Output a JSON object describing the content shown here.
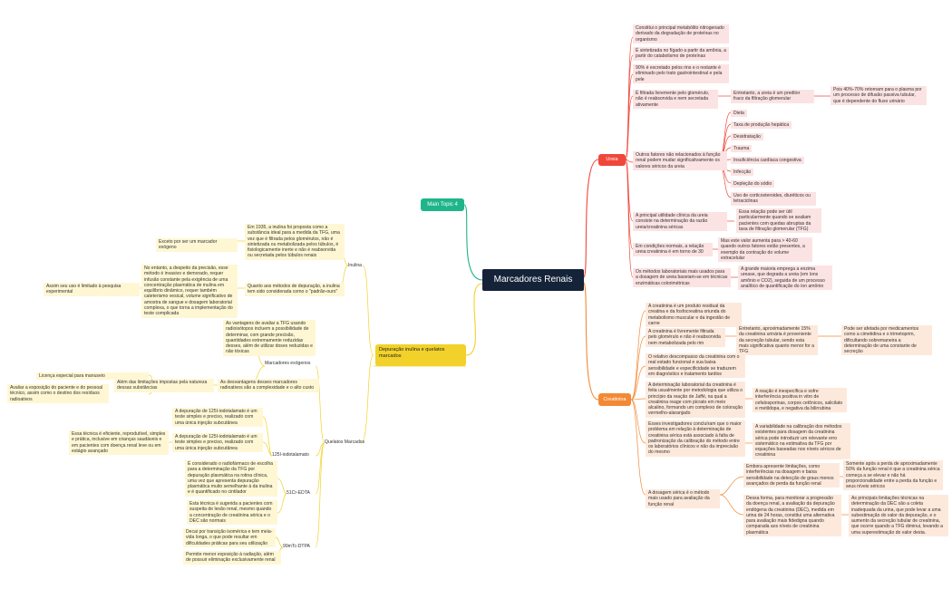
{
  "root": {
    "label": "Marcadores Renais"
  },
  "main_topic": {
    "label": "Main Topic 4"
  },
  "ureia": {
    "label": "Ureia",
    "items": [
      "Constitui o principal metabólito nitrogenado derivado da degradação de proteínas no organismo",
      "É sintetizada no fígado a partir da amônia, a partir do catabolismo de proteínas",
      "90% é excretado pelos rins e o restante é eliminado pelo trato gastrointestinal e pela pele",
      "É filtrada livremente pelo glomérulo, não é reabsorvida e nem secretada ativamente",
      "Entretanto, a ureia é um preditor fraco da filtração glomerular",
      "Pois 40%-70% retornam para o plasma por um processo de difusão passiva tubular, que é dependente do fluxo urinário",
      "Outros fatores não relacionados à função renal podem mudar significativamente os valores séricos da ureia",
      "A principal utilidade clínica da ureia consiste na determinação da razão ureia/creatinina séricas",
      "Essa relação pode ser útil particularmente quando se avaliam pacientes com quedas abruptas da taxa de filtração glomerular (TFG)",
      "Em condições normais, a relação ureia:creatinina é em torno de 30",
      "Mas este valor aumenta para > 40-60 quando outros fatores estão presentes, a exemplo da contração do volume extracelular",
      "Os métodos laboratoriais mais usados para a dosagem de ureia baseiam-se em técnicas enzimáticas colorimétricas",
      "A grande maioria emprega a enzima urease, que degrada a ureia (em íons amônio e CO2), seguida de um processo analítico de quantificação do íon amônio"
    ],
    "factors": [
      "Dieta",
      "Taxa de produção hepática",
      "Desidratação",
      "Trauma",
      "Insuficiência cardíaca congestiva",
      "Infecção",
      "Depleção do sódio",
      "Uso de corticosteroides, diuréticos ou tetraciclinas"
    ]
  },
  "creatinina": {
    "label": "Creatinina",
    "items": [
      "A creatinina é um produto residual da creatina e da fosfocreatina oriunda do metabolismo muscular e da ingestão de carne",
      "A creatinina é livremente filtrada pelo glomérulo e não é reabsorvida nem metabolizada pelo rim",
      "Entretanto, aproximadamente 15% da creatinina urinária é proveniente da secreção tubular, sendo esta mais significativa quanto menor for a TFG",
      "Pode ser afetada por medicamentos como a cimetidina e o trimetoprim, dificultando sobremaneira a determinação de uma constante de secreção",
      "O relativo descompasso da creatinina com o real estado funcional e sua baixa sensibilidade e especificidade se traduzem em diagnóstico e tratamento tardios",
      "A determinação laboratorial da creatinina é feita usualmente por metodologia que utiliza o princípio da reação de Jaffé, na qual a creatinina reage com picrato em meio alcalino, formando um complexo de coloração vermelho-alaranjado",
      "A reação é inespecífica e sofre interferência positiva in vitro de cefalosporinas, corpos cetônicos, salicilato e metildopa, e negativa da bilirrubina",
      "Esses investigadores concluíram que o maior problema em relação à determinação de creatinina sérica está associado à falta de padronização da calibração do método entre os laboratórios clínicos e não da imprecisão do mesmo",
      "A variabilidade na calibração dos métodos existentes para dosagem da creatinina sérica pode introduzir um relevante erro sistemático na estimativa da TFG por equações baseadas nos níveis séricos de creatinina",
      "A dosagem sérica é o método mais usado para avaliação da função renal",
      "Embora apresente limitações, como interferências na dosagem e baixa sensibilidade na detecção de graus menos avançados de perda da função renal",
      "Somente após a perda de aproximadamente 50% da função renal é que a creatinina sérica começa a se elevar e não há proporcionalidade entre a perda da função e seus níveis séricos",
      "Dessa forma, para monitorar a progressão da doença renal, a avaliação da depuração endógena da creatinina (DEC), medida em urina de 24 horas, constitui uma alternativa para avaliação mais fidedigna quando comparada aos níveis de creatinina plasmática",
      "As principais limitações técnicas na determinação da DEC são a coleta inadequada da urina, que pode levar a uma subestimação do valor da depuração, e o aumento da secreção tubular de creatinina, que ocorre quando a TFG diminui, levando a uma superestimação do valor desta."
    ]
  },
  "depuracao": {
    "label": "Depuração inulina e quelatos marcados",
    "inulina": "Inulina",
    "inulina_items": [
      "Em 1935, a inulina foi proposta como a substância ideal para a medida da TFG, uma vez que é filtrada pelos glomérulos, não é sintetizada ou metabolizada pelos túbulos, é fisiologicamente inerte e não é reabsorvida ou secretada pelos túbulos renais",
      "Exceto por ser um marcador exógeno",
      "Quanto aos métodos de depuração, a inulina tem sido considerada como o \"padrão-ouro\"",
      "No entanto, a despeito da precisão, esse método é invasivo e demorado, requer infusão constante pela exigência de uma concentração plasmática de inulina em equilíbrio dinâmico, requer também cateterismo vesical, volume significativo de amostra de sangue e dosagem laboratorial complexa, o que torna a implementação do teste complicada",
      "Assim seu uso é limitado à pesquisa experimental"
    ],
    "quelatos": "Quelatos Marcados",
    "marc_exog": "Marcadores exógenos",
    "quelatos_items": [
      "As vantagens de avaliar a TFG usando radioisótopos incluem a possibilidade de determinar, com grande precisão, quantidades extremamente reduzidas desses, além de utilizar doses reduzidas e não tóxicas",
      "As desvantagens desses marcadores radioativos são a complexidade e o alto custo",
      "Além das limitações impostas pela natureza dessas substâncias",
      "Licença especial para manuseio",
      "Avaliar a exposição do paciente e do pessoal técnico, assim como o destino dos resíduos radioativos"
    ],
    "iothalamate": "125I-iodotalamato",
    "iothalamate_items": [
      "A depuração de 125I-iodotalamato é um teste simples e preciso, realizado com uma única injeção subcutânea",
      "A depuração de 125I-iodotalamato é um teste simples e preciso, realizado com uma única injeção subcutânea",
      "Essa técnica é eficiente, reprodutível, simples e prática, inclusive em crianças saudáveis e em pacientes com doença renal leve ou em estágio avançado"
    ],
    "edta": "51Cr-EDTA",
    "edta_items": [
      "É considerado o radiofármaco de escolha para a determinação da TFG por depuração plasmática na rotina clínica, uma vez que apresenta depuração plasmática muito semelhante à da inulina e é quantificado no cintilador",
      "Esta técnica é sugerida a pacientes com suspeita de lesão renal, mesmo quando a concentração de creatinina sérica e o DEC são normais"
    ],
    "dtpa": "99mTc-DTPA",
    "dtpa_items": [
      "Decai por transição isomérica e tem meia-vida longa, o que pode resultar em dificuldades práticas para seu utilização",
      "Permite menor exposição à radiação, além de possuir eliminação exclusivamente renal"
    ]
  },
  "colors": {
    "ureia": "#f0473b",
    "creatinina": "#f28a35",
    "depuracao": "#f2d22a",
    "main": "#1fb58a",
    "root": "#152339"
  }
}
